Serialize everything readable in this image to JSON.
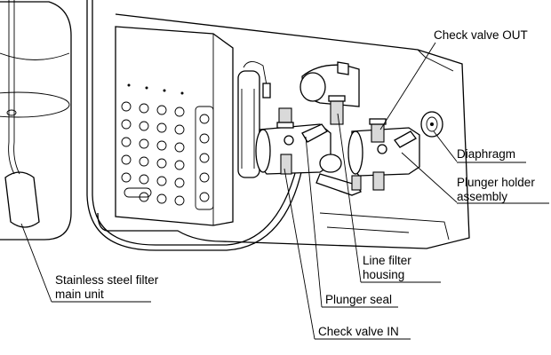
{
  "labels": {
    "check_valve_out": "Check valve OUT",
    "diaphragm": "Diaphragm",
    "plunger_holder_line1": "Plunger holder",
    "plunger_holder_line2": "assembly",
    "line_filter_line1": "Line filter",
    "line_filter_line2": "housing",
    "plunger_seal": "Plunger seal",
    "check_valve_in": "Check valve IN",
    "filter_main_line1": "Stainless steel filter",
    "filter_main_line2": "main unit"
  },
  "colors": {
    "line": "#000000",
    "background": "#ffffff",
    "shade": "#d9d9d9"
  }
}
